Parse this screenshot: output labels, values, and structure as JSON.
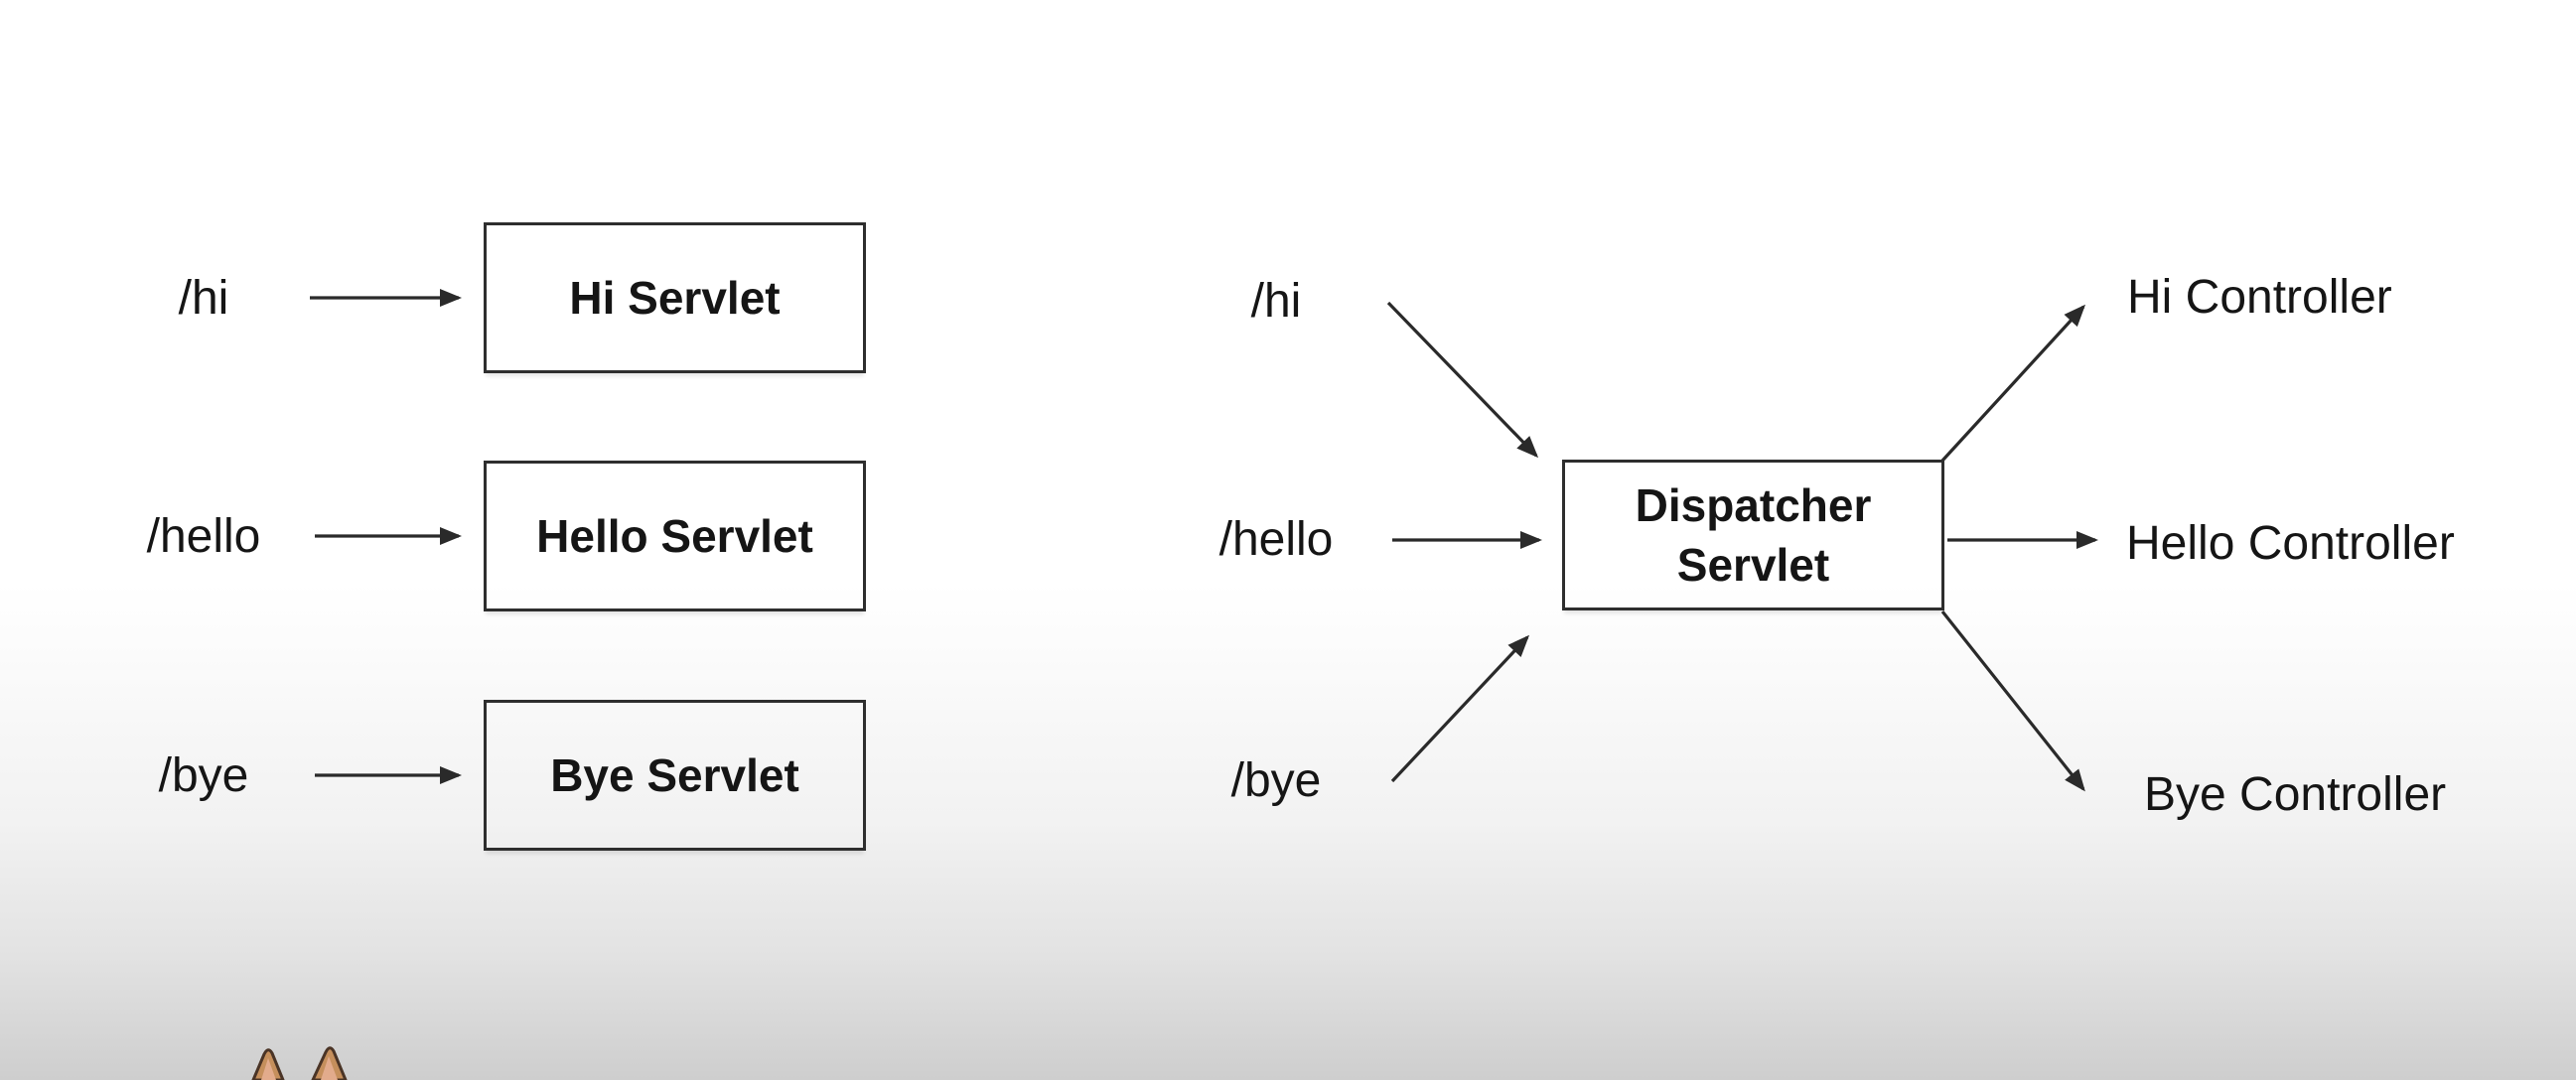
{
  "colors": {
    "text": "#151515",
    "line": "#2a2a2a",
    "box_border": "#2e2e2e",
    "background_top": "#ffffff",
    "background_bottom": "#cecece",
    "mascot_fur": "#c58f5c",
    "mascot_inner_ear": "#e2ab8c",
    "mascot_outline": "#4a3426"
  },
  "left_diagram": {
    "rows": [
      {
        "path_label": "/hi",
        "box_label": "Hi Servlet"
      },
      {
        "path_label": "/hello",
        "box_label": "Hello Servlet"
      },
      {
        "path_label": "/bye",
        "box_label": "Bye Servlet"
      }
    ],
    "edges": [
      {
        "from": "/hi",
        "to": "Hi Servlet"
      },
      {
        "from": "/hello",
        "to": "Hello Servlet"
      },
      {
        "from": "/bye",
        "to": "Bye Servlet"
      }
    ]
  },
  "right_diagram": {
    "path_labels": [
      "/hi",
      "/hello",
      "/bye"
    ],
    "dispatcher_box": {
      "line1": "Dispatcher",
      "line2": "Servlet"
    },
    "controller_labels": [
      "Hi Controller",
      "Hello Controller",
      "Bye Controller"
    ],
    "edges": {
      "incoming": [
        {
          "from": "/hi",
          "to": "Dispatcher Servlet"
        },
        {
          "from": "/hello",
          "to": "Dispatcher Servlet"
        },
        {
          "from": "/bye",
          "to": "Dispatcher Servlet"
        }
      ],
      "outgoing": [
        {
          "from": "Dispatcher Servlet",
          "to": "Hi Controller"
        },
        {
          "from": "Dispatcher Servlet",
          "to": "Hello Controller"
        },
        {
          "from": "Dispatcher Servlet",
          "to": "Bye Controller"
        }
      ]
    }
  },
  "mascot": {
    "icon": "cat-ears",
    "description": "animal ears peeking above bottom edge"
  }
}
